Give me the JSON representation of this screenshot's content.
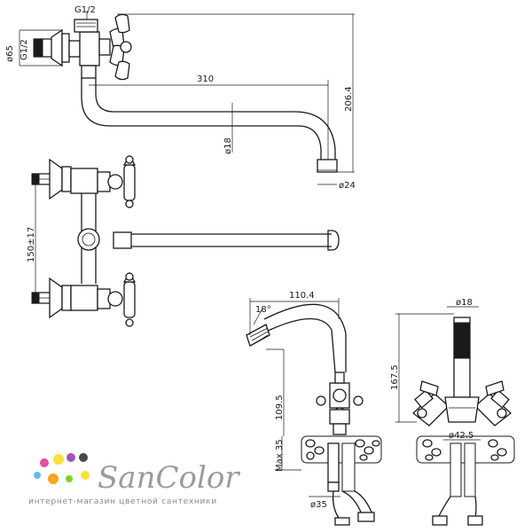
{
  "dimensions": {
    "thread_top": "G1/2",
    "flange_diameter": "ø65",
    "thread_side": "G1/2",
    "spout_reach": "310",
    "total_height": "206.4",
    "pipe_diameter": "ø18",
    "spout_end_diameter": "ø24",
    "center_distance": "150±17",
    "basin_reach": "110.4",
    "angle": "18°",
    "basin_spout_height": "109.5",
    "max_deck": "Max 35",
    "basin_base": "ø35",
    "side_pipe": "ø18",
    "side_height": "167.5",
    "side_base": "ø42.5"
  },
  "brand": {
    "name": "SanColor",
    "tagline": "интернет-магазин цветной сантехники",
    "dot_colors": [
      "#e84e9a",
      "#f5a623",
      "#f7e13a",
      "#5bc0eb",
      "#9b59b6",
      "#7ed321",
      "#4a4a4a"
    ]
  }
}
